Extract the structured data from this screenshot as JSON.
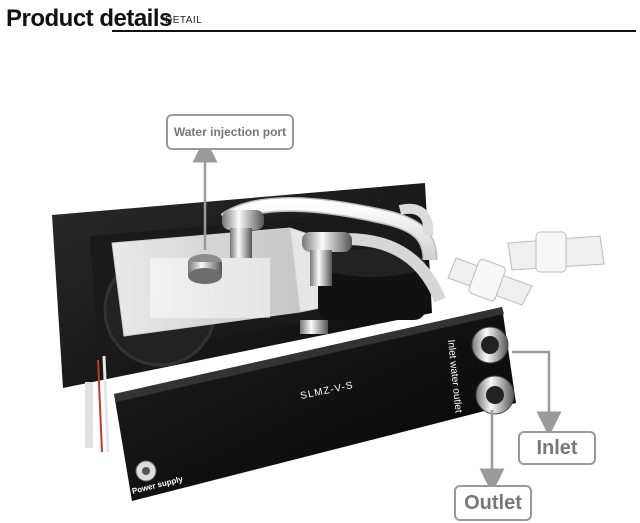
{
  "header": {
    "title": "Product details",
    "subtitle": "DETAIL"
  },
  "product": {
    "model": "SLMZ-V-S",
    "side_label": "Inlet water outlet",
    "power_label": "Power supply"
  },
  "callouts": {
    "water_injection_port": "Water injection port",
    "inlet": "Inlet",
    "outlet": "Outlet"
  },
  "colors": {
    "callout_border": "#9a9a9a",
    "callout_text": "#777777",
    "device_body": "#111111"
  }
}
